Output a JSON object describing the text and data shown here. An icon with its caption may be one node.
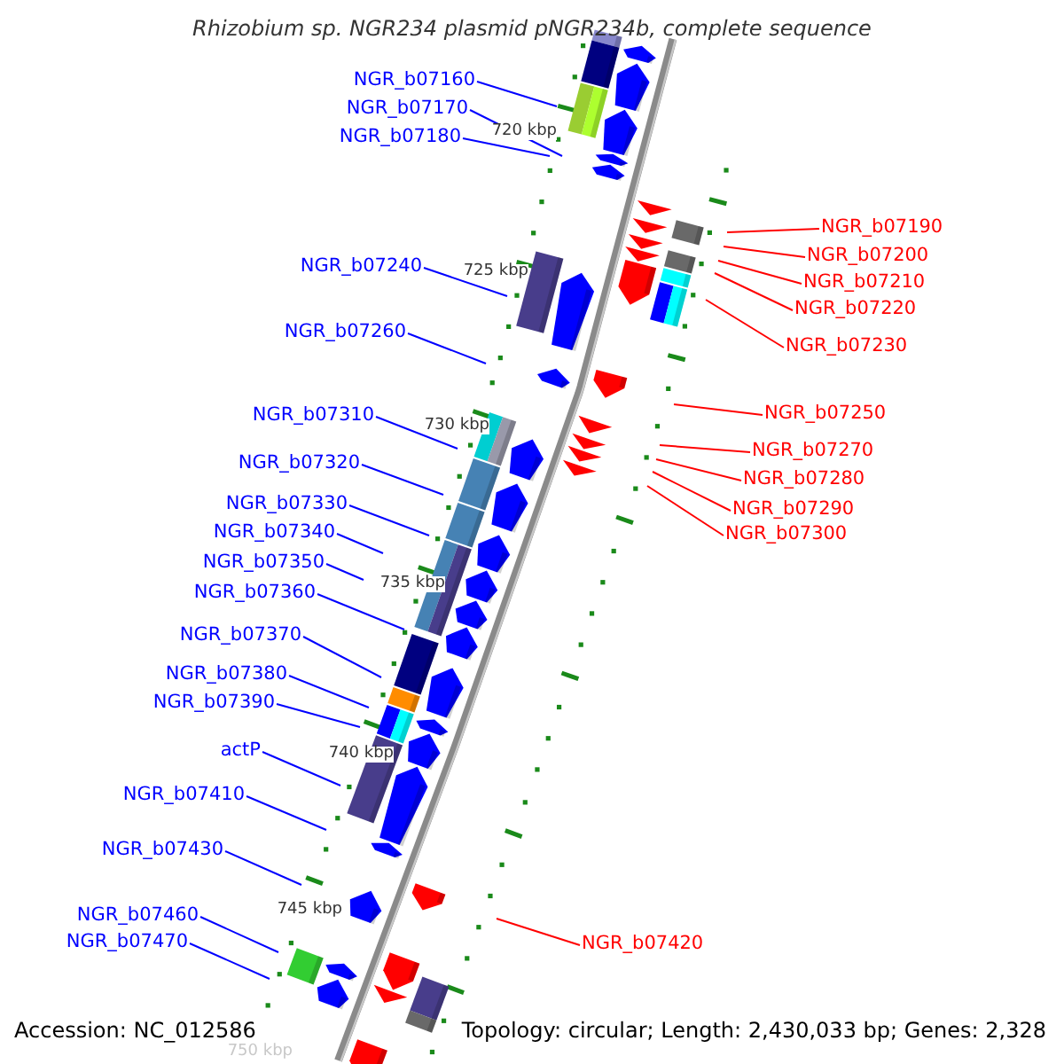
{
  "diagram": {
    "title": "Rhizobium sp. NGR234 plasmid pNGR234b, complete sequence",
    "nodes": [
      {
        "text": [
          "NGR_b07160"
        ]
      },
      {
        "text": [
          "NGR_b07170"
        ]
      },
      {
        "text": [
          "NGR_b07180"
        ]
      },
      {
        "text": [
          "NGR_b07240"
        ]
      },
      {
        "text": [
          "NGR_b07260"
        ]
      },
      {
        "text": [
          "NGR_b07310"
        ]
      },
      {
        "text": [
          "NGR_b07320"
        ]
      },
      {
        "text": [
          "NGR_b07330"
        ]
      },
      {
        "text": [
          "NGR_b07340"
        ]
      },
      {
        "text": [
          "NGR_b07350"
        ]
      },
      {
        "text": [
          "NGR_b07360"
        ]
      },
      {
        "text": [
          "NGR_b07370"
        ]
      },
      {
        "text": [
          "NGR_b07380"
        ]
      },
      {
        "text": [
          "NGR_b07390"
        ]
      },
      {
        "text": [
          "actP"
        ]
      },
      {
        "text": [
          "NGR_b07410"
        ]
      },
      {
        "text": [
          "NGR_b07430"
        ]
      },
      {
        "text": [
          "NGR_b07460"
        ]
      },
      {
        "text": [
          "NGR_b07470"
        ]
      },
      {
        "text": [
          "NGR_b07190"
        ]
      },
      {
        "text": [
          "NGR_b07200"
        ]
      },
      {
        "text": [
          "NGR_b07210"
        ]
      },
      {
        "text": [
          "NGR_b07220"
        ]
      },
      {
        "text": [
          "NGR_b07230"
        ]
      },
      {
        "text": [
          "NGR_b07250"
        ]
      },
      {
        "text": [
          "NGR_b07270"
        ]
      },
      {
        "text": [
          "NGR_b07280"
        ]
      },
      {
        "text": [
          "NGR_b07290"
        ]
      },
      {
        "text": [
          "NGR_b07300"
        ]
      },
      {
        "text": [
          "NGR_b07420"
        ]
      }
    ],
    "edges": [
      {
        "from": 0,
        "to": null,
        "arrow": "none"
      },
      {
        "from": 1,
        "to": null,
        "arrow": "none"
      },
      {
        "from": 2,
        "to": null,
        "arrow": "none"
      },
      {
        "from": 3,
        "to": null,
        "arrow": "none"
      },
      {
        "from": 4,
        "to": null,
        "arrow": "none"
      },
      {
        "from": 5,
        "to": null,
        "arrow": "none"
      },
      {
        "from": 6,
        "to": null,
        "arrow": "none"
      },
      {
        "from": 7,
        "to": null,
        "arrow": "none"
      },
      {
        "from": 8,
        "to": null,
        "arrow": "none"
      },
      {
        "from": 9,
        "to": null,
        "arrow": "none"
      },
      {
        "from": 10,
        "to": null,
        "arrow": "none"
      },
      {
        "from": 11,
        "to": null,
        "arrow": "none"
      },
      {
        "from": 12,
        "to": null,
        "arrow": "none"
      },
      {
        "from": 13,
        "to": null,
        "arrow": "none"
      },
      {
        "from": 14,
        "to": null,
        "arrow": "none"
      },
      {
        "from": 15,
        "to": null,
        "arrow": "none"
      },
      {
        "from": 16,
        "to": null,
        "arrow": "none"
      },
      {
        "from": 17,
        "to": null,
        "arrow": "none"
      },
      {
        "from": 18,
        "to": null,
        "arrow": "none"
      },
      {
        "from": 19,
        "to": null,
        "arrow": "none",
        "color": "#ff0000"
      },
      {
        "from": 20,
        "to": null,
        "arrow": "none",
        "color": "#ff0000"
      },
      {
        "from": 21,
        "to": null,
        "arrow": "none",
        "color": "#ff0000"
      },
      {
        "from": 22,
        "to": null,
        "arrow": "none",
        "color": "#ff0000"
      },
      {
        "from": 23,
        "to": null,
        "arrow": "none",
        "color": "#ff0000"
      },
      {
        "from": 24,
        "to": null,
        "arrow": "none",
        "color": "#ff0000"
      },
      {
        "from": 25,
        "to": null,
        "arrow": "none",
        "color": "#ff0000"
      },
      {
        "from": 26,
        "to": null,
        "arrow": "none",
        "color": "#ff0000"
      },
      {
        "from": 27,
        "to": null,
        "arrow": "none",
        "color": "#ff0000"
      },
      {
        "from": 28,
        "to": null,
        "arrow": "none",
        "color": "#ff0000"
      },
      {
        "from": 29,
        "to": null,
        "arrow": "none",
        "color": "#ff0000"
      }
    ],
    "labels": [
      "720 kbp",
      "725 kbp",
      "730 kbp",
      "735 kbp",
      "740 kbp",
      "745 kbp",
      "750 kbp",
      "Accession: NC_012586",
      "Topology: circular; Length: 2,430,033 bp; Genes: 2,328"
    ]
  }
}
